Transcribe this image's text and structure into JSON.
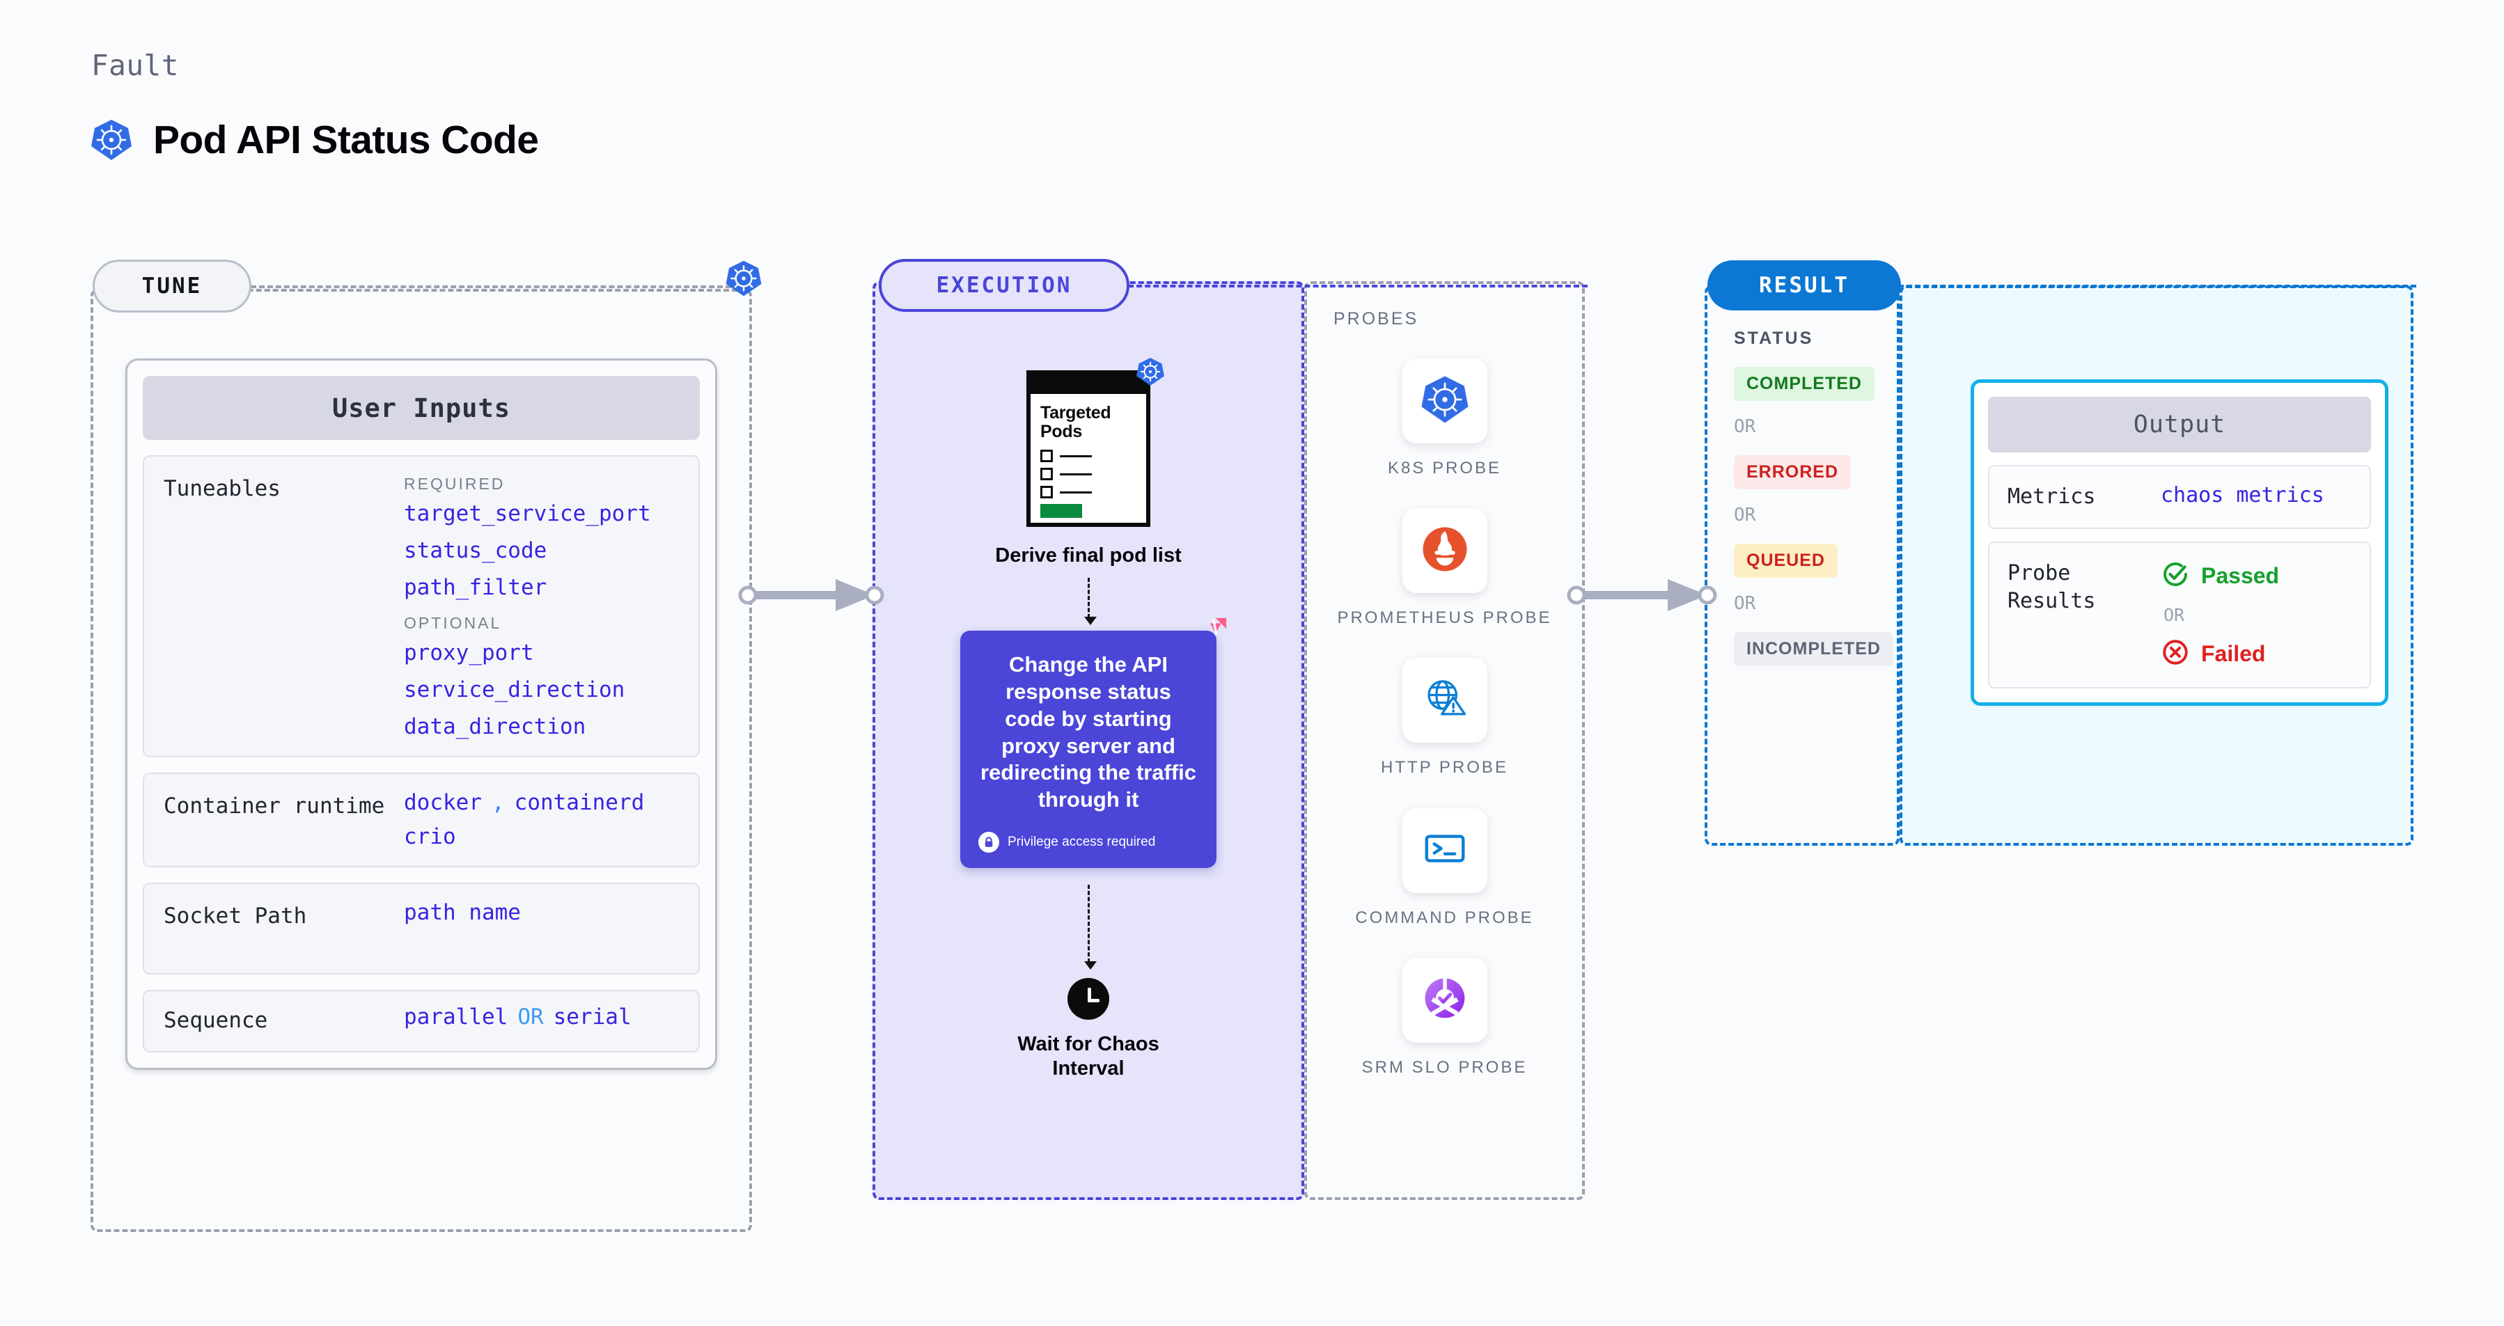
{
  "header": {
    "eyebrow": "Fault",
    "title": "Pod API Status Code",
    "logo_icon": "kubernetes-icon"
  },
  "stages": {
    "tune_label": "TUNE",
    "execution_label": "EXECUTION",
    "result_label": "RESULT",
    "probes_label": "PROBES"
  },
  "tune": {
    "card_title": "User Inputs",
    "sections": [
      {
        "label": "Tuneables",
        "required_tag": "REQUIRED",
        "required": [
          "target_service_port",
          "status_code",
          "path_filter"
        ],
        "optional_tag": "OPTIONAL",
        "optional": [
          "proxy_port",
          "service_direction",
          "data_direction"
        ]
      },
      {
        "label": "Container runtime",
        "values": [
          "docker",
          ",",
          "containerd",
          "crio"
        ]
      },
      {
        "label": "Socket Path",
        "values": [
          "path name"
        ]
      },
      {
        "label": "Sequence",
        "values": [
          "parallel",
          "OR",
          "serial"
        ]
      }
    ]
  },
  "execution": {
    "doc": {
      "title_line1": "Targeted",
      "title_line2": "Pods",
      "badge_icon": "kubernetes-icon"
    },
    "doc_caption": "Derive final pod list",
    "action_card": {
      "text": "Change the API response status code by starting proxy server and redirecting the traffic through it",
      "privilege_note": "Privilege access required",
      "privilege_icon": "lock-icon",
      "corner_icon": "harness-chaos-icon",
      "color": "#4b45d8"
    },
    "wait": {
      "icon": "clock-icon",
      "caption_line1": "Wait for Chaos",
      "caption_line2": "Interval"
    }
  },
  "probes": [
    {
      "name": "K8S PROBE",
      "icon": "kubernetes-icon"
    },
    {
      "name": "PROMETHEUS PROBE",
      "icon": "prometheus-icon"
    },
    {
      "name": "HTTP PROBE",
      "icon": "http-globe-warning-icon"
    },
    {
      "name": "COMMAND PROBE",
      "icon": "terminal-icon"
    },
    {
      "name": "SRM SLO PROBE",
      "icon": "srm-slo-icon"
    }
  ],
  "result": {
    "status_heading": "STATUS",
    "or_label": "OR",
    "statuses": [
      {
        "label": "COMPLETED",
        "color": "#127a1e",
        "bg": "#dff6e0"
      },
      {
        "label": "ERRORED",
        "color": "#cc2020",
        "bg": "#fde9e9"
      },
      {
        "label": "QUEUED",
        "color": "#cc2020",
        "bg": "#fdefc5"
      },
      {
        "label": "INCOMPLETED",
        "color": "#5e6375",
        "bg": "#eceef4"
      }
    ]
  },
  "output": {
    "card_title": "Output",
    "metrics_label": "Metrics",
    "metrics_value": "chaos metrics",
    "probe_results_label": "Probe Results",
    "passed_label": "Passed",
    "failed_label": "Failed",
    "or_label": "OR",
    "passed_icon": "check-circle-icon",
    "failed_icon": "x-circle-icon"
  },
  "colors": {
    "accent_purple": "#4b45d8",
    "accent_blue": "#0c78d4",
    "accent_cyan": "#12b0e8",
    "mono_value": "#3a22e0",
    "muted": "#9aa0ae"
  }
}
